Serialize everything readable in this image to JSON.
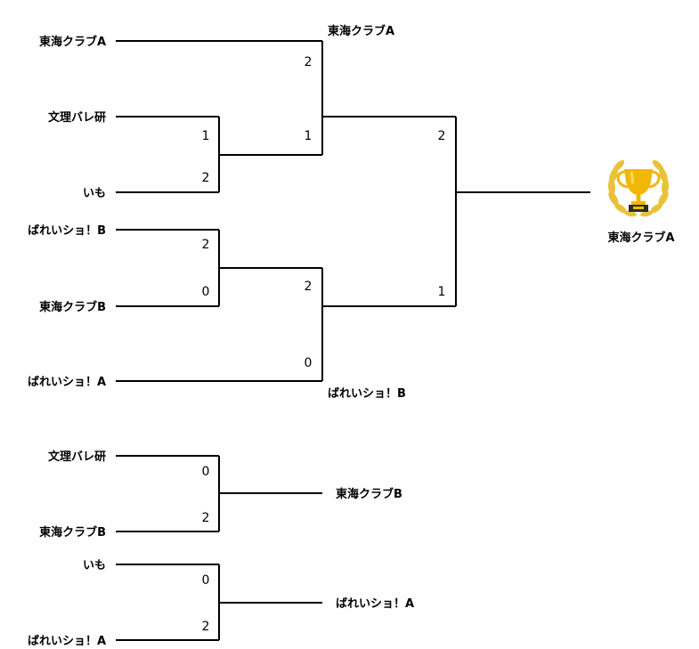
{
  "main_bracket": {
    "teams": [
      "東海クラブA",
      "文理バレ研",
      "いも",
      "ばれいショ！B",
      "東海クラブB",
      "ばれいショ！A"
    ],
    "round1": [
      {
        "top_score": "1",
        "bottom_score": "2"
      },
      {
        "top_score": "2",
        "bottom_score": "0"
      }
    ],
    "semifinals": [
      {
        "top_score": "2",
        "bottom_score": "1",
        "winner": "東海クラブA"
      },
      {
        "top_score": "2",
        "bottom_score": "0",
        "winner": "ばれいショ！B"
      }
    ],
    "final": {
      "top_score": "2",
      "bottom_score": "1"
    },
    "champion": "東海クラブA"
  },
  "placement": [
    {
      "top_team": "文理バレ研",
      "bottom_team": "東海クラブB",
      "top_score": "0",
      "bottom_score": "2",
      "winner": "東海クラブB"
    },
    {
      "top_team": "いも",
      "bottom_team": "ばれいショ！A",
      "top_score": "0",
      "bottom_score": "2",
      "winner": "ばれいショ！A"
    }
  ],
  "trophy_icon": "trophy-with-laurel-icon",
  "colors": {
    "trophy_gold": "#F2B705",
    "laurel_gold": "#E9C23A",
    "trophy_base": "#2b2b2b"
  }
}
